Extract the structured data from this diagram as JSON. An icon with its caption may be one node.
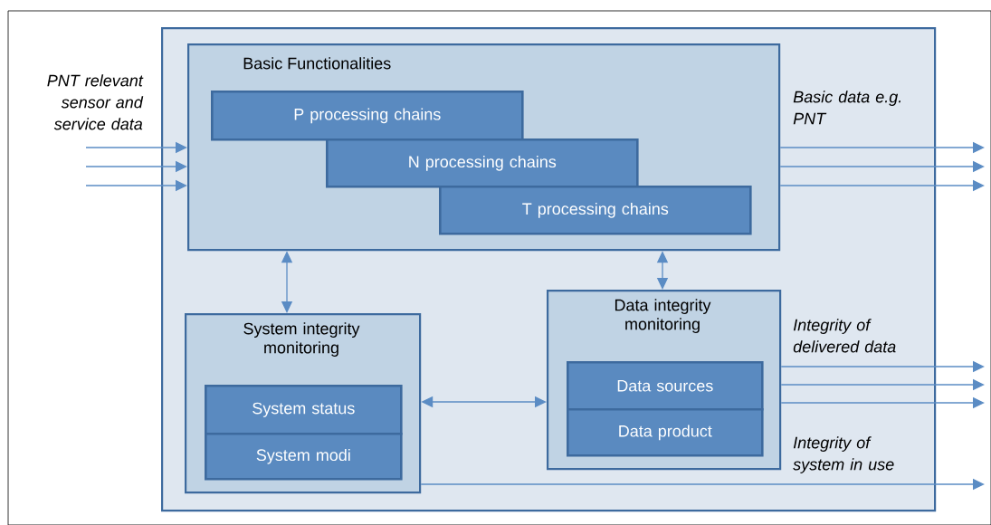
{
  "diagram": {
    "nodes": [
      {
        "text": [],
        "shape": "box"
      },
      {
        "text": [
          "Basic Functionalities"
        ],
        "in": 0
      },
      {
        "text": [
          "P processing chains"
        ],
        "in": 1
      },
      {
        "text": [
          "N processing chains"
        ],
        "in": 1
      },
      {
        "text": [
          "T processing chains"
        ],
        "in": 1
      },
      {
        "text": [
          "System integrity monitoring"
        ],
        "in": 0
      },
      {
        "text": [
          "System status"
        ],
        "in": 5
      },
      {
        "text": [
          "System modi"
        ],
        "in": 5
      },
      {
        "text": [
          "Data integrity monitoring"
        ],
        "in": 0
      },
      {
        "text": [
          "Data sources"
        ],
        "in": 8
      },
      {
        "text": [
          "Data product"
        ],
        "in": 8
      }
    ],
    "edges": [
      {
        "from": null,
        "to": 1,
        "arrow": "to"
      },
      {
        "from": null,
        "to": 1,
        "arrow": "to"
      },
      {
        "from": null,
        "to": 1,
        "arrow": "to"
      },
      {
        "from": 1,
        "to": null,
        "arrow": "to"
      },
      {
        "from": 1,
        "to": null,
        "arrow": "to"
      },
      {
        "from": 1,
        "to": null,
        "arrow": "to"
      },
      {
        "from": 8,
        "to": null,
        "arrow": "to"
      },
      {
        "from": 8,
        "to": null,
        "arrow": "to"
      },
      {
        "from": 8,
        "to": null,
        "arrow": "to"
      },
      {
        "from": 5,
        "to": null,
        "arrow": "to"
      },
      {
        "from": 5,
        "to": 1,
        "arrow": "both"
      },
      {
        "from": 8,
        "to": 1,
        "arrow": "both"
      },
      {
        "from": 5,
        "to": 8,
        "arrow": "both"
      }
    ],
    "labels": [
      "PNT relevant sensor and service data",
      "Basic data e.g. PNT",
      "Integrity of delivered data",
      "Integrity of system in use"
    ]
  }
}
